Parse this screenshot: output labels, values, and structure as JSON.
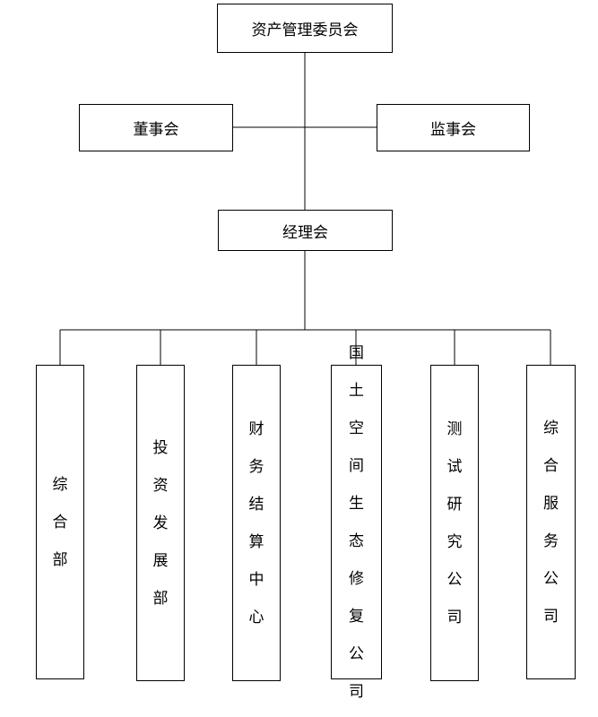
{
  "org_chart": {
    "top": "资产管理委员会",
    "left_side": "董事会",
    "right_side": "监事会",
    "management": "经理会",
    "departments": [
      "综合部",
      "投资发展部",
      "财务结算中心",
      "国土空间生态修复公司",
      "测试研究公司",
      "综合服务公司"
    ]
  },
  "colors": {
    "line": "#000000",
    "box_border": "#000000",
    "background": "#ffffff"
  }
}
